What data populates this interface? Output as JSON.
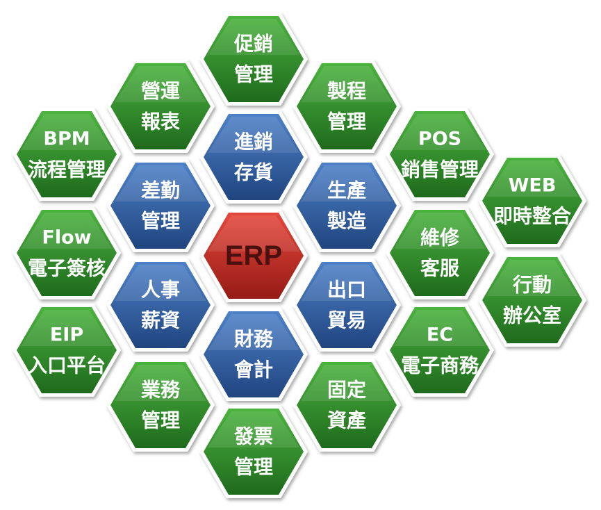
{
  "center": {
    "id": "erp",
    "lines": [
      "ERP"
    ],
    "color": "red"
  },
  "modules": [
    {
      "id": "promotion",
      "lines": [
        "促銷",
        "管理"
      ],
      "color": "green"
    },
    {
      "id": "operation-report",
      "lines": [
        "營運",
        "報表"
      ],
      "color": "green"
    },
    {
      "id": "process-management",
      "lines": [
        "製程",
        "管理"
      ],
      "color": "green"
    },
    {
      "id": "bpm",
      "lines": [
        "BPM",
        "流程管理"
      ],
      "color": "green"
    },
    {
      "id": "purchase-inventory",
      "lines": [
        "進銷",
        "存貨"
      ],
      "color": "blue"
    },
    {
      "id": "pos",
      "lines": [
        "POS",
        "銷售管理"
      ],
      "color": "green"
    },
    {
      "id": "attendance",
      "lines": [
        "差勤",
        "管理"
      ],
      "color": "blue"
    },
    {
      "id": "production",
      "lines": [
        "生產",
        "製造"
      ],
      "color": "blue"
    },
    {
      "id": "web",
      "lines": [
        "WEB",
        "即時整合"
      ],
      "color": "green"
    },
    {
      "id": "flow",
      "lines": [
        "Flow",
        "電子簽核"
      ],
      "color": "green"
    },
    {
      "id": "repair-service",
      "lines": [
        "維修",
        "客服"
      ],
      "color": "green"
    },
    {
      "id": "hr-payroll",
      "lines": [
        "人事",
        "薪資"
      ],
      "color": "blue"
    },
    {
      "id": "import-export",
      "lines": [
        "出口",
        "貿易"
      ],
      "color": "blue"
    },
    {
      "id": "mobile-office",
      "lines": [
        "行動",
        "辦公室"
      ],
      "color": "green"
    },
    {
      "id": "eip",
      "lines": [
        "EIP",
        "入口平台"
      ],
      "color": "green"
    },
    {
      "id": "finance",
      "lines": [
        "財務",
        "會計"
      ],
      "color": "blue"
    },
    {
      "id": "ec",
      "lines": [
        "EC",
        "電子商務"
      ],
      "color": "green"
    },
    {
      "id": "sales-management",
      "lines": [
        "業務",
        "管理"
      ],
      "color": "green"
    },
    {
      "id": "fixed-assets",
      "lines": [
        "固定",
        "資產"
      ],
      "color": "green"
    },
    {
      "id": "invoice",
      "lines": [
        "發票",
        "管理"
      ],
      "color": "green"
    }
  ],
  "colors": {
    "green": {
      "top": "#4cb33f",
      "bottom": "#1e6a1c",
      "edge": "#ffffff"
    },
    "blue": {
      "top": "#4e81c8",
      "bottom": "#20457f",
      "edge": "#ffffff"
    },
    "red": {
      "top": "#e5483c",
      "bottom": "#961b16",
      "edge": "#ffffff"
    }
  }
}
